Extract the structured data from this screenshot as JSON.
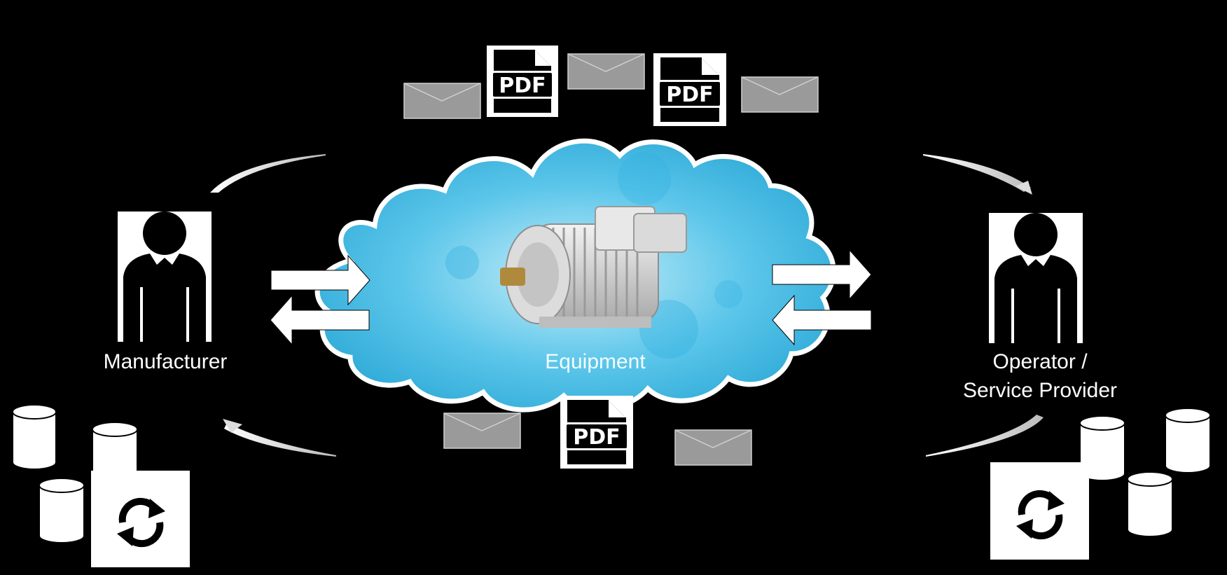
{
  "labels": {
    "manufacturer": "Manufacturer",
    "equipment": "Equipment",
    "operator_line1": "Operator /",
    "operator_line2": "Service Provider"
  },
  "document_icon_text": "PDF",
  "icons": {
    "person": "person-icon",
    "document": "pdf-document-icon",
    "envelope": "envelope-icon",
    "database": "database-cylinder-icon",
    "sync": "sync-arrows-icon",
    "motor": "electric-motor-image",
    "cloud": "cloud-shape"
  },
  "colors": {
    "background": "#000000",
    "cloud_fill": "#3fb8e0",
    "cloud_outline": "#ffffff",
    "envelope": "#9a9a9a",
    "icon_white": "#ffffff"
  }
}
